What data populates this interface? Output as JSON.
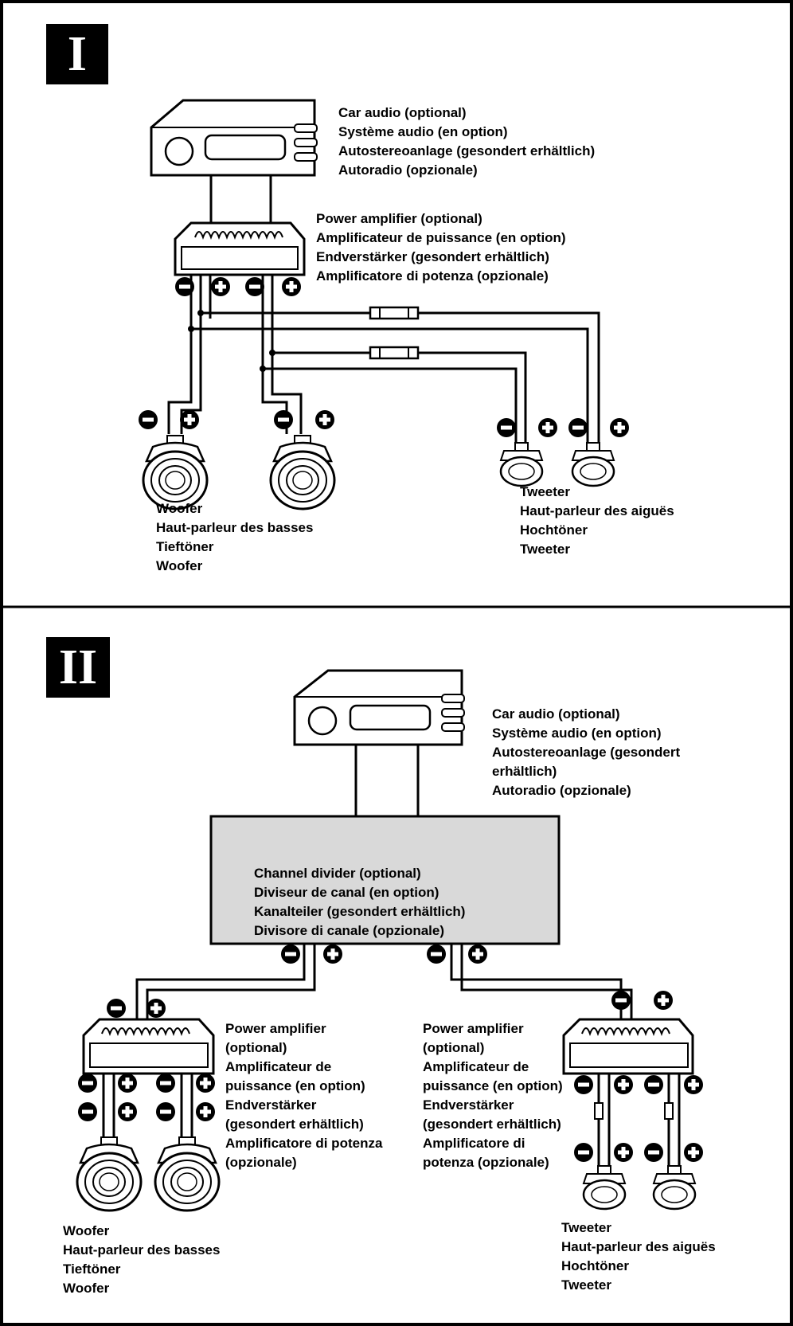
{
  "sections": [
    {
      "badge": "I",
      "car_audio": [
        "Car audio (optional)",
        "Système audio (en option)",
        "Autostereoanlage (gesondert erhältlich)",
        "Autoradio (opzionale)"
      ],
      "power_amp": [
        "Power amplifier (optional)",
        "Amplificateur de puissance (en option)",
        "Endverstärker (gesondert erhältlich)",
        "Amplificatore di potenza (opzionale)"
      ],
      "woofer": [
        "Woofer",
        "Haut-parleur des basses",
        "Tieftöner",
        "Woofer"
      ],
      "tweeter": [
        "Tweeter",
        "Haut-parleur des aiguës",
        "Hochtöner",
        "Tweeter"
      ]
    },
    {
      "badge": "II",
      "car_audio": [
        "Car audio (optional)",
        "Système audio (en option)",
        "Autostereoanlage (gesondert",
        "erhältlich)",
        "Autoradio (opzionale)"
      ],
      "channel_divider": [
        "Channel divider (optional)",
        "Diviseur de canal (en option)",
        "Kanalteiler (gesondert erhältlich)",
        "Divisore di canale (opzionale)"
      ],
      "power_amp_left": [
        "Power amplifier",
        "(optional)",
        "Amplificateur de",
        "puissance (en option)",
        "Endverstärker",
        "(gesondert erhältlich)",
        "Amplificatore di potenza",
        "(opzionale)"
      ],
      "power_amp_right": [
        "Power amplifier",
        "(optional)",
        "Amplificateur de",
        "puissance (en option)",
        "Endverstärker",
        "(gesondert erhältlich)",
        "Amplificatore di",
        "potenza (opzionale)"
      ],
      "woofer": [
        "Woofer",
        "Haut-parleur des basses",
        "Tieftöner",
        "Woofer"
      ],
      "tweeter": [
        "Tweeter",
        "Haut-parleur des aiguës",
        "Hochtöner",
        "Tweeter"
      ]
    }
  ],
  "colors": {
    "ink": "#000000",
    "divider_box": "#d9d9d9",
    "paper": "#ffffff"
  },
  "icons": [
    "minus-terminal-icon",
    "plus-terminal-icon",
    "fuse-icon",
    "woofer-speaker-icon",
    "tweeter-speaker-icon",
    "car-audio-unit-icon",
    "power-amplifier-icon"
  ]
}
